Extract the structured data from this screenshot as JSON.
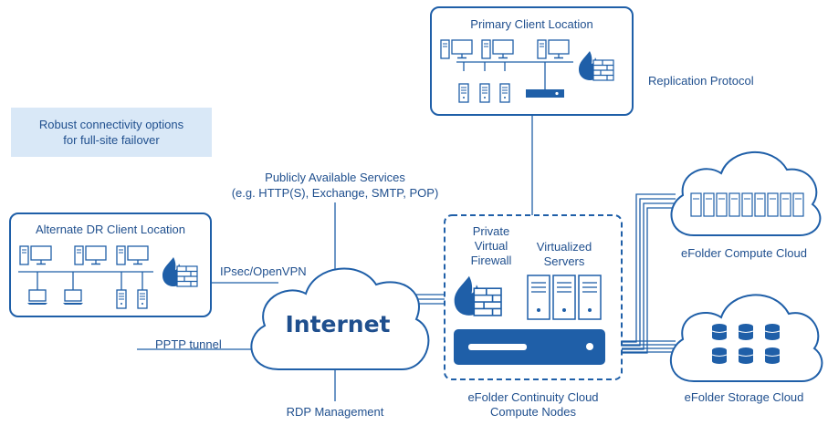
{
  "callout": {
    "line1": "Robust connectivity options",
    "line2": "for full-site failover"
  },
  "primary_location": {
    "title": "Primary Client Location"
  },
  "alternate_location": {
    "title": "Alternate DR Client Location"
  },
  "replication": {
    "label": "Replication Protocol"
  },
  "public_services": {
    "line1": "Publicly Available Services",
    "line2": "(e.g. HTTP(S), Exchange, SMTP, POP)"
  },
  "internet": {
    "label": "Internet"
  },
  "links": {
    "ipsec": "IPsec/OpenVPN",
    "pptp": "PPTP tunnel",
    "rdp": "RDP Management"
  },
  "continuity": {
    "firewall_line1": "Private",
    "firewall_line2": "Virtual",
    "firewall_line3": "Firewall",
    "servers_line1": "Virtualized",
    "servers_line2": "Servers",
    "caption_line1": "eFolder Continuity Cloud",
    "caption_line2": "Compute Nodes"
  },
  "compute_cloud": {
    "label": "eFolder Compute Cloud"
  },
  "storage_cloud": {
    "label": "eFolder Storage Cloud"
  },
  "colors": {
    "primary_blue": "#1f5fa8",
    "callout_bg": "#d9e8f7",
    "text": "#1f4f8e"
  }
}
